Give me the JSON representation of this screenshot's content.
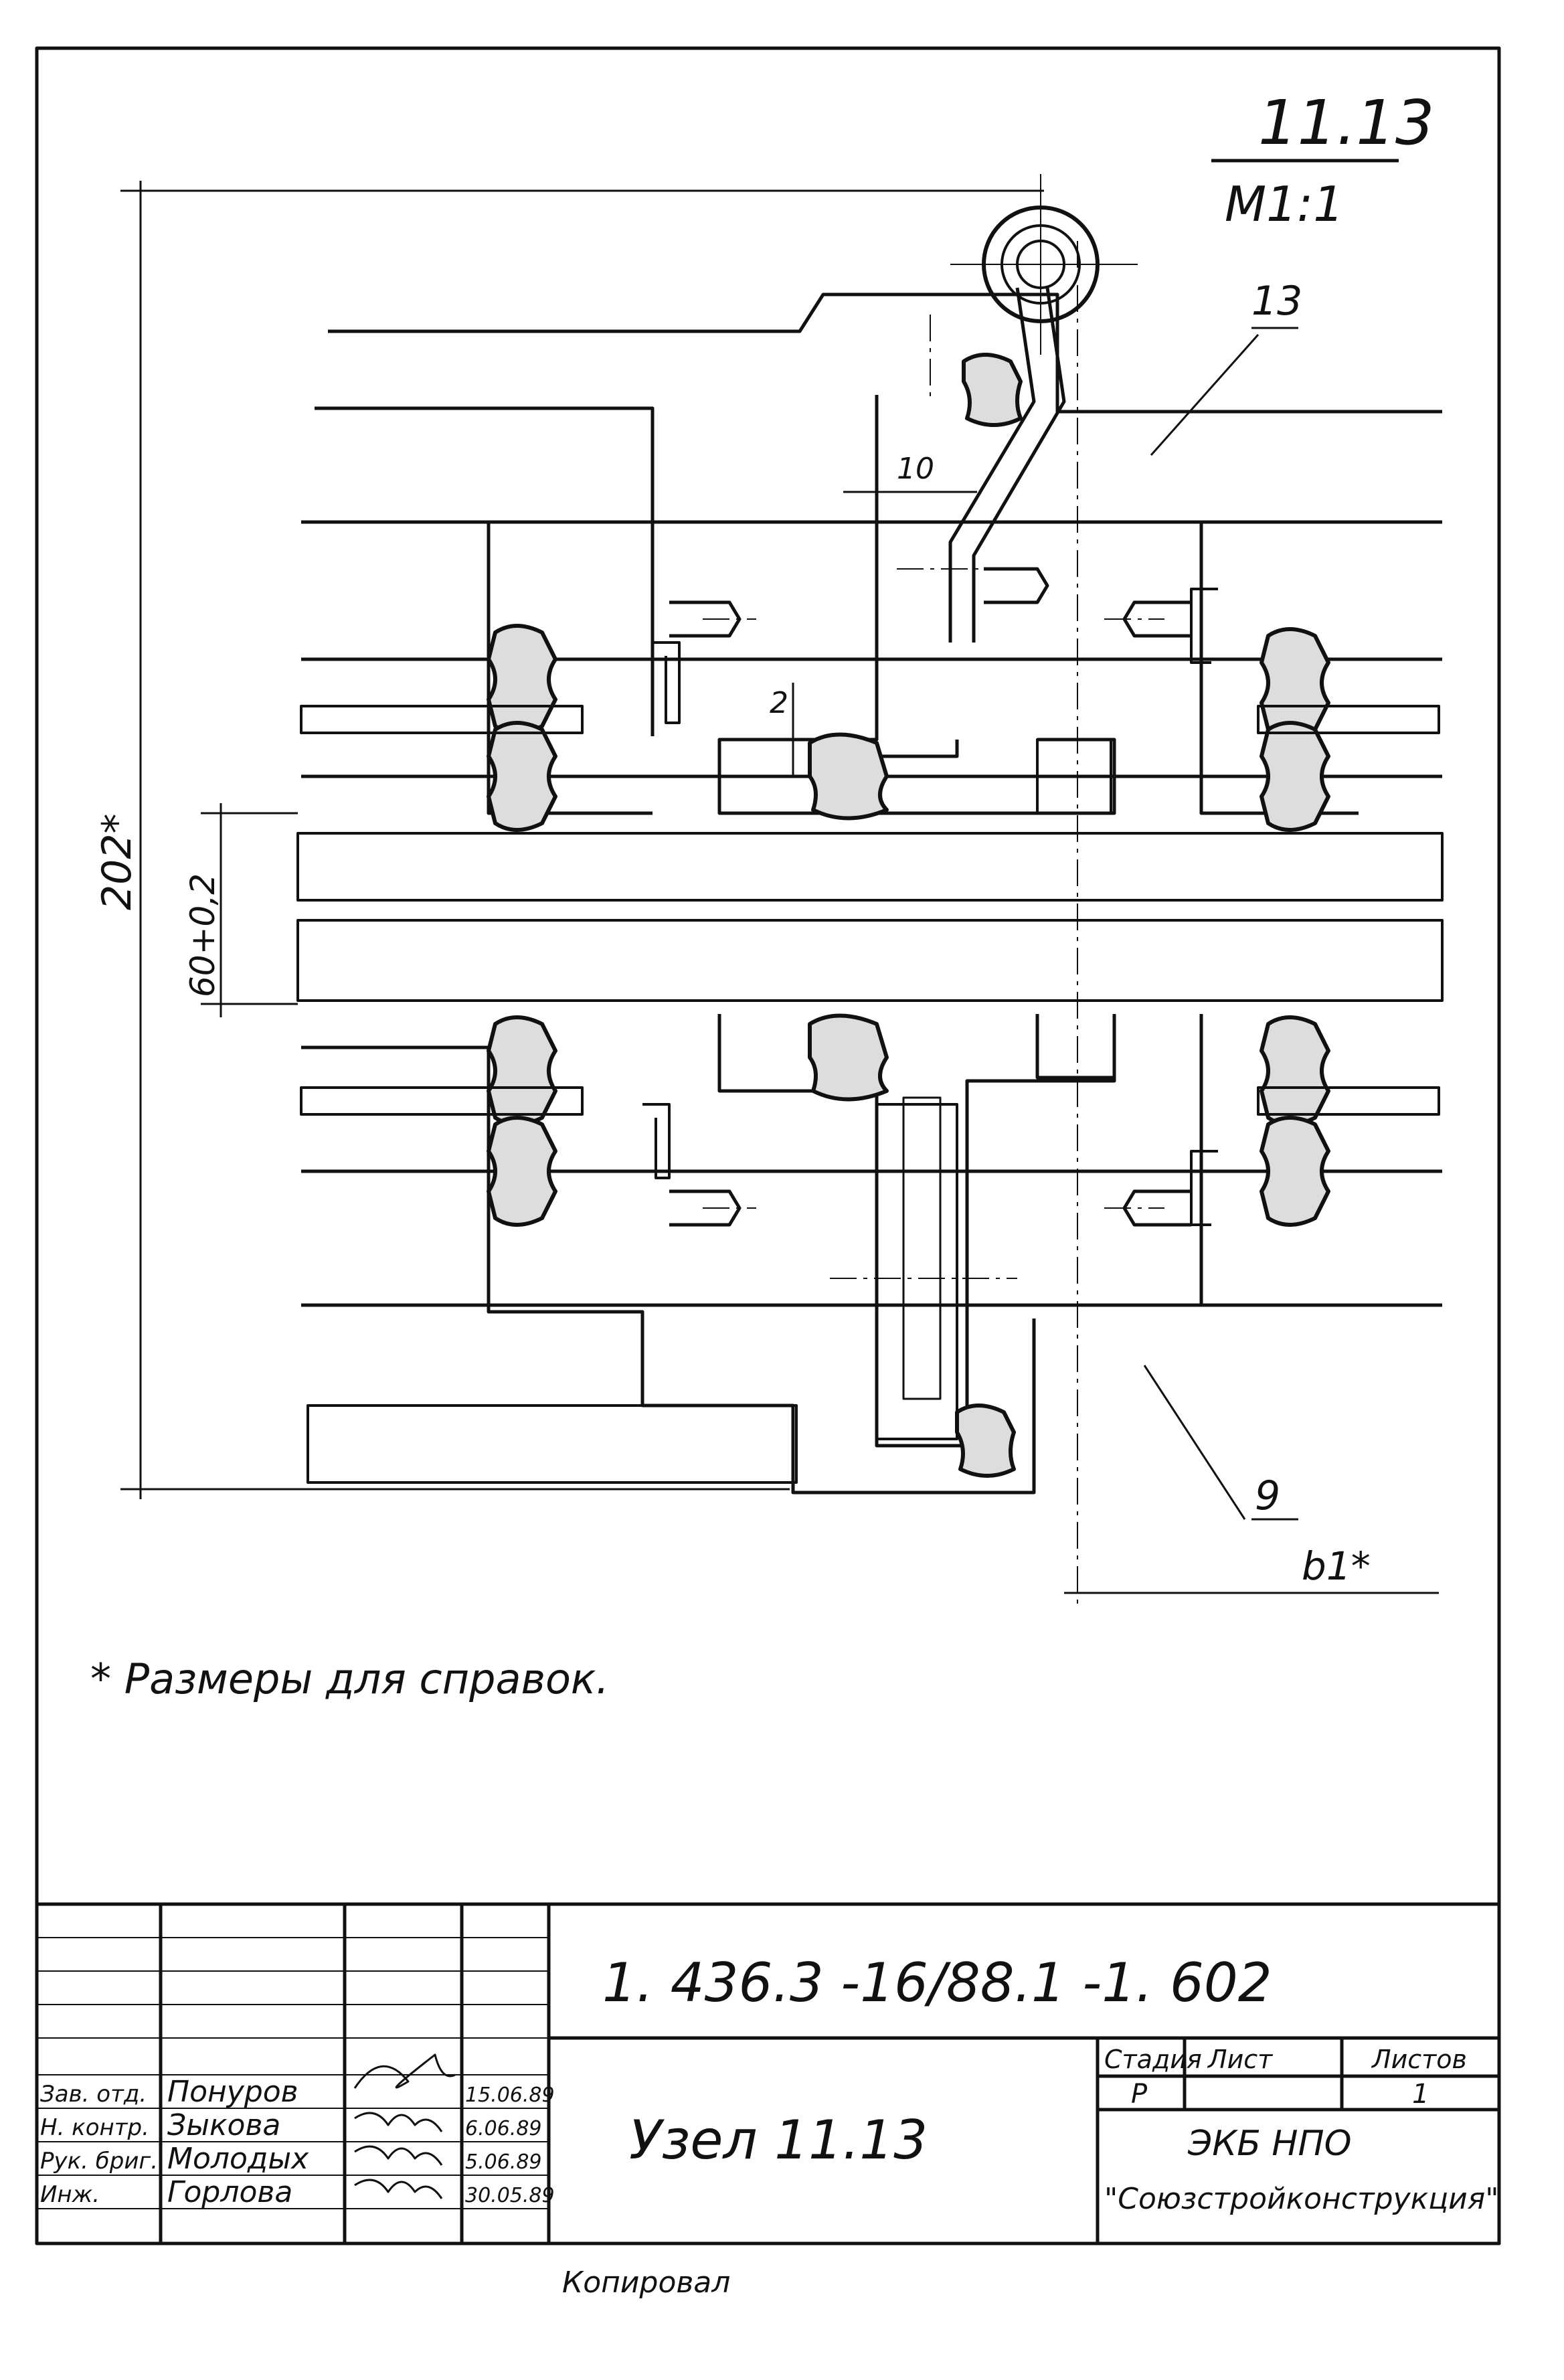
{
  "header": {
    "node_number": "11.13",
    "scale": "M1:1"
  },
  "callouts": {
    "part_13": "13",
    "part_9": "9"
  },
  "dimensions": {
    "overall_height": "202*",
    "gap": "60+0,2",
    "dim_10": "10",
    "dim_2": "2",
    "width_b1": "b1*"
  },
  "note": "* Размеры для справок.",
  "title_block": {
    "document_code": "1. 436.3 -16/88.1 -1. 602",
    "sheet_title": "Узел 11.13",
    "stage_label": "Стадия",
    "sheet_label": "Лист",
    "sheets_label": "Листов",
    "stage_value": "Р",
    "sheet_value": "",
    "sheets_value": "1",
    "organization_line1": "ЭКБ НПО",
    "organization_line2": "\"Союзстройконструкция\"",
    "signatories": [
      {
        "role": "Зав. отд.",
        "name": "Понуров",
        "date": "15.06.89"
      },
      {
        "role": "Н. контр.",
        "name": "Зыкова",
        "date": "6.06.89"
      },
      {
        "role": "Рук. бриг.",
        "name": "Молодых",
        "date": "5.06.89"
      },
      {
        "role": "Инж.",
        "name": "Горлова",
        "date": "30.05.89"
      }
    ]
  },
  "copied_by": "Копировал"
}
